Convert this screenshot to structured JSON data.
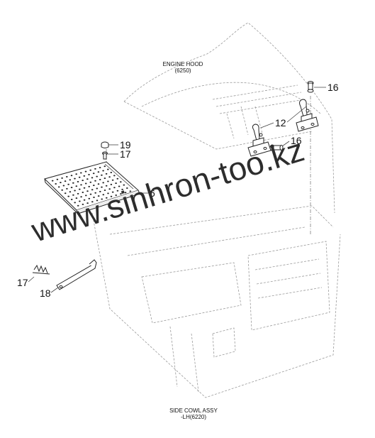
{
  "labels": {
    "engine_hood_line1": "ENGINE HOOD",
    "engine_hood_line2": "(6250)",
    "side_cowl_line1": "SIDE COWL ASSY",
    "side_cowl_line2": "-LH(6220)"
  },
  "callouts": {
    "c16_top": "16",
    "c12": "12",
    "c16_mid": "16",
    "c19": "19",
    "c17_top": "17",
    "c6": "6",
    "c17_left": "17",
    "c18": "18"
  },
  "watermark": "www.sinhron-too.kz",
  "colors": {
    "line": "#222222",
    "dashed": "#9a9a9a",
    "watermark": "#2d2d2d"
  }
}
